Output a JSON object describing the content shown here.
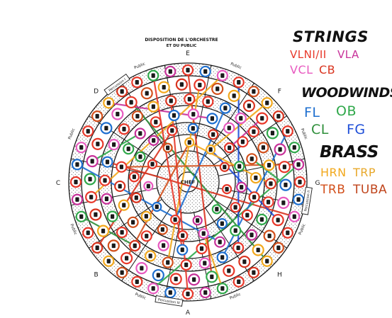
{
  "diagram": {
    "title_line1": "DISPOSITION DE L'ORCHESTRE",
    "title_line2": "ET DU PUBLIC",
    "center_label": "CHEF",
    "letters": [
      "A",
      "B",
      "C",
      "D",
      "E",
      "F",
      "G",
      "H"
    ],
    "public_label": "Public",
    "percussion_label": "Percussion",
    "percussion_boxes": [
      {
        "label": "Percussion I",
        "letter": "D"
      },
      {
        "label": "Percussion II",
        "letter": "G"
      },
      {
        "label": "Percussion III",
        "letter": "A"
      }
    ],
    "colors": {
      "strings_violin": "#e8382a",
      "strings_viola": "#c8329a",
      "strings_cello": "#e85ac0",
      "strings_bass": "#d9341f",
      "flute": "#1e6fcf",
      "oboe": "#2fa84a",
      "clarinet": "#2e8f3a",
      "bassoon": "#1f4fd8",
      "horn": "#f2a81c",
      "trumpet": "#e8a82a",
      "trombone": "#d2501c",
      "tuba": "#c0451c",
      "ink": "#1a1a1a"
    }
  },
  "legend": {
    "strings": {
      "title": "STRINGS",
      "vln": "VLNI/II",
      "vla": "VLA",
      "vcl": "VCL",
      "cb": "CB"
    },
    "woodwinds": {
      "title": "WOODWINDS",
      "fl": "FL",
      "ob": "OB",
      "cl": "CL",
      "fg": "FG"
    },
    "brass": {
      "title": "BRASS",
      "hrn": "HRN",
      "trp": "TRP",
      "trb": "TRB",
      "tuba": "TUBA"
    }
  }
}
